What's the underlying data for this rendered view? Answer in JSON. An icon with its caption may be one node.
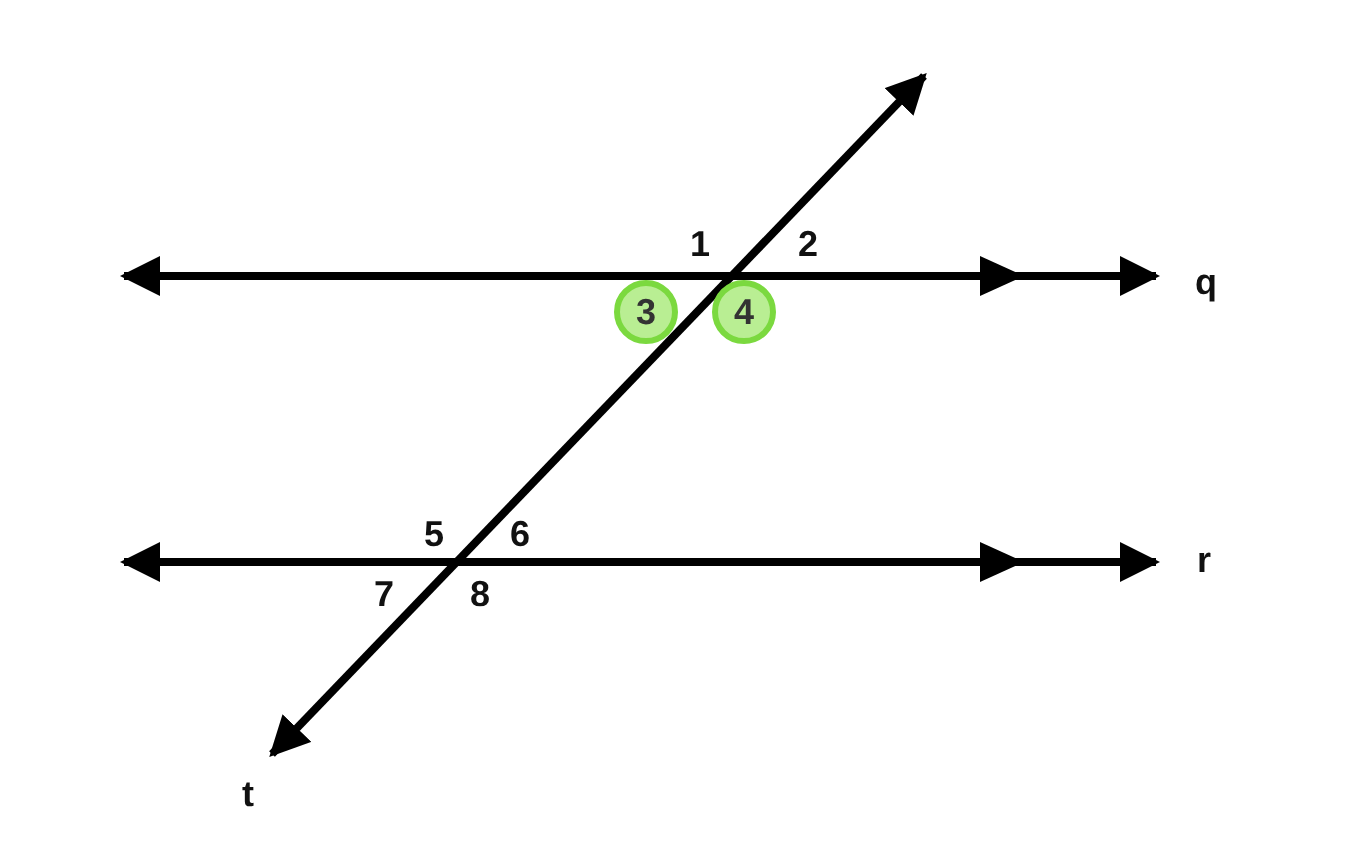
{
  "diagram": {
    "nodes": [
      {
        "text": [
          "3"
        ]
      },
      {
        "text": [
          "4"
        ]
      }
    ],
    "labels": [
      "1",
      "2",
      "q",
      "5",
      "6",
      "r",
      "7",
      "8",
      "t"
    ]
  }
}
